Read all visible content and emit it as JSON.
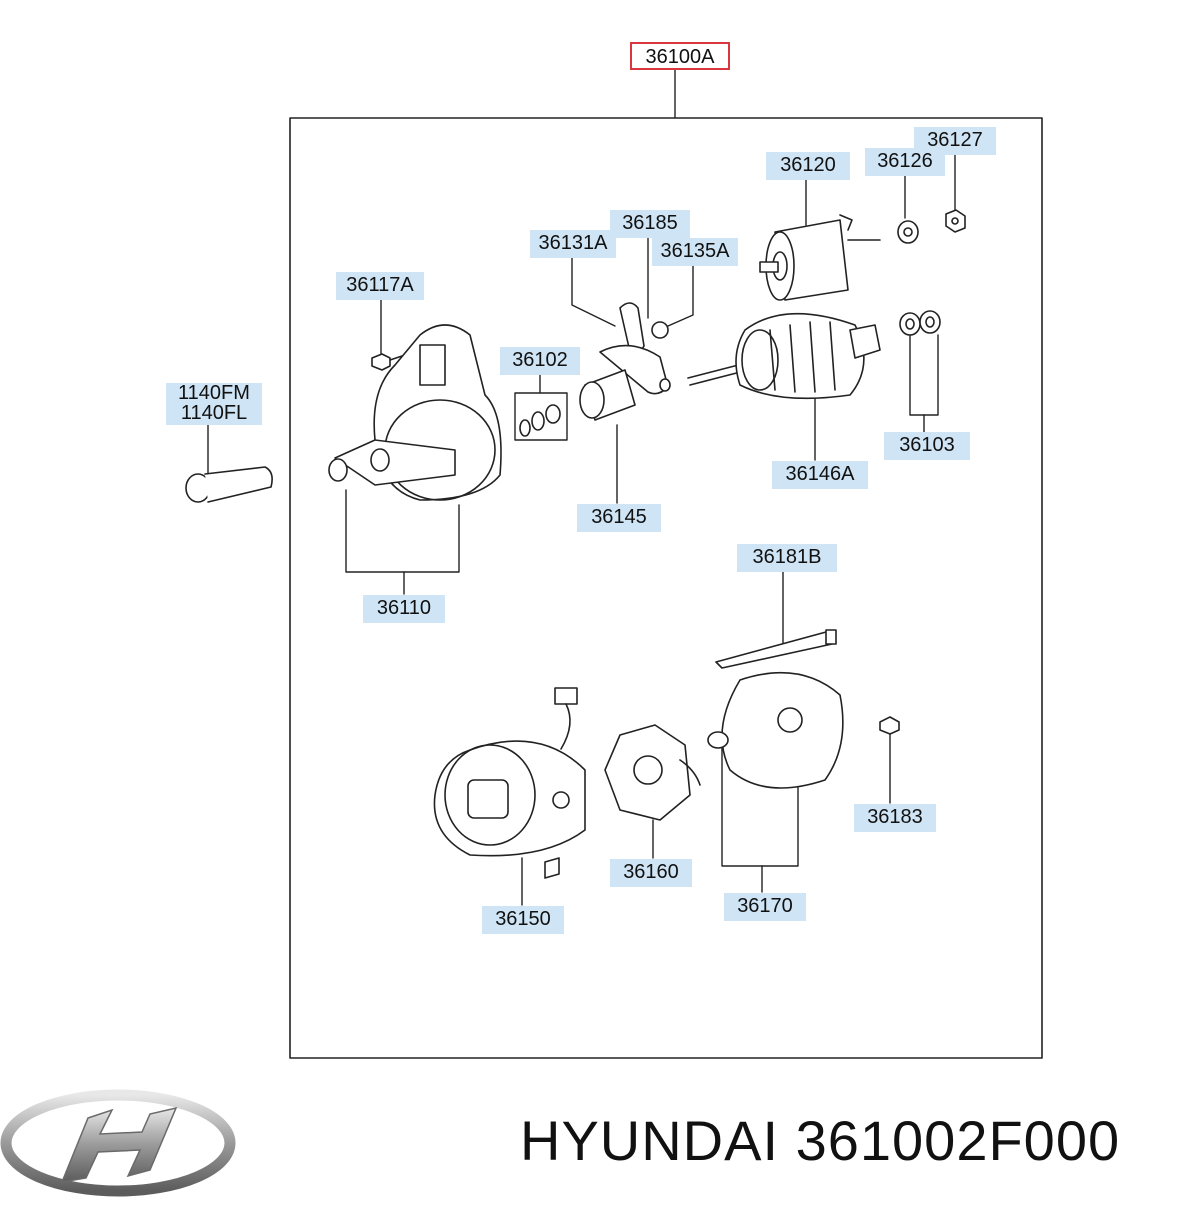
{
  "diagram": {
    "parts": [
      {
        "id": "36100A",
        "code": "36100A",
        "highlighted": true
      },
      {
        "id": "36120",
        "code": "36120"
      },
      {
        "id": "36127",
        "code": "36127"
      },
      {
        "id": "36126",
        "code": "36126"
      },
      {
        "id": "36185",
        "code": "36185"
      },
      {
        "id": "36131A",
        "code": "36131A"
      },
      {
        "id": "36135A",
        "code": "36135A"
      },
      {
        "id": "36117A",
        "code": "36117A"
      },
      {
        "id": "36102",
        "code": "36102"
      },
      {
        "id": "1140FM",
        "code": "1140FM",
        "code2": "1140FL"
      },
      {
        "id": "36103",
        "code": "36103"
      },
      {
        "id": "36146A",
        "code": "36146A"
      },
      {
        "id": "36145",
        "code": "36145"
      },
      {
        "id": "36110",
        "code": "36110"
      },
      {
        "id": "36181B",
        "code": "36181B"
      },
      {
        "id": "36183",
        "code": "36183"
      },
      {
        "id": "36160",
        "code": "36160"
      },
      {
        "id": "36170",
        "code": "36170"
      },
      {
        "id": "36150",
        "code": "36150"
      }
    ]
  },
  "footer": {
    "brand": "HYUNDAI",
    "part_number": "361002F000",
    "logo_icon": "hyundai-logo-icon"
  },
  "colors": {
    "label_bg": "#cfe4f5",
    "highlight_border": "#d9363e",
    "line": "#222222"
  }
}
